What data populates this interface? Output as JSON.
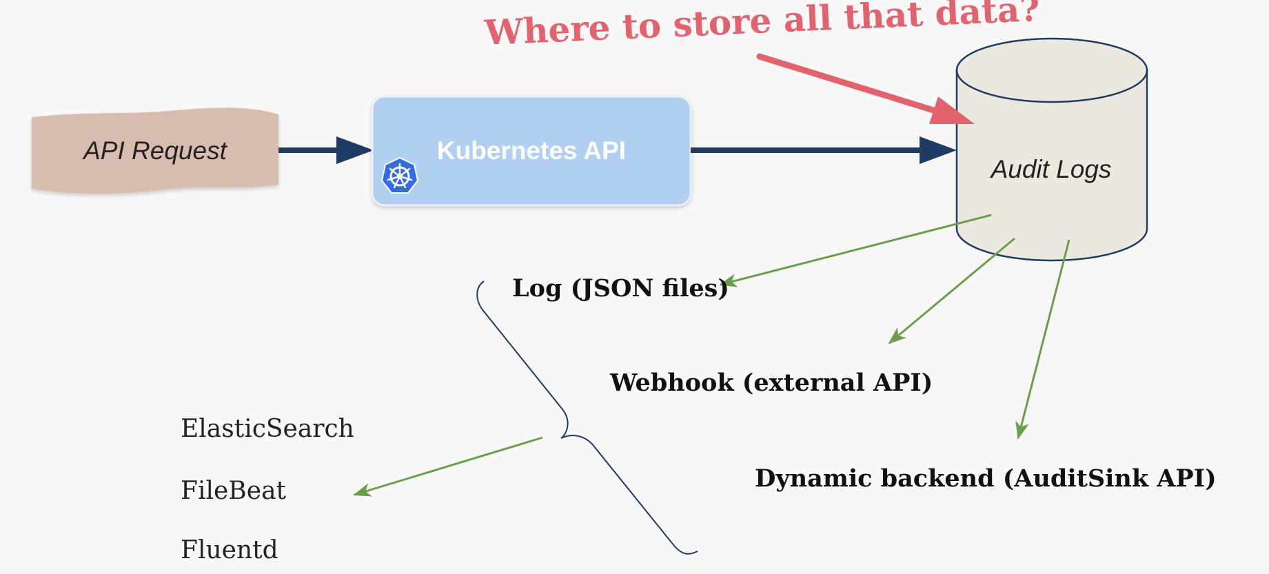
{
  "diagram": {
    "source": {
      "label": "API Request"
    },
    "server": {
      "label": "Kubernetes API",
      "icon": "kubernetes-helm-icon"
    },
    "store": {
      "label": "Audit Logs"
    },
    "question": "Where to store all that data?",
    "backends": [
      {
        "label": "Log (JSON files)"
      },
      {
        "label": "Webhook (external API)"
      },
      {
        "label": "Dynamic backend (AuditSink API)"
      }
    ],
    "tools": [
      {
        "label": "ElasticSearch"
      },
      {
        "label": "FileBeat"
      },
      {
        "label": "Fluentd"
      }
    ]
  },
  "colors": {
    "background": "#f8f8f9",
    "api_request_fill": "#d8bcb0",
    "k8s_box_fill": "#b1cff0",
    "k8s_icon": "#326ce5",
    "cylinder_fill": "#ebe9df",
    "dark_arrow": "#1f3b63",
    "red_arrow": "#e2636c",
    "green_arrow": "#6a9f48"
  }
}
